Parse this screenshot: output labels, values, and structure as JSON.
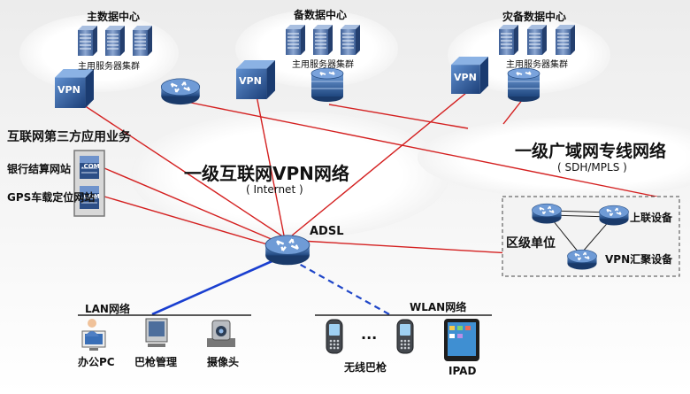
{
  "data_centers": {
    "primary": {
      "title": "主数据中心",
      "cluster": "主用服务器集群"
    },
    "backup": {
      "title": "备数据中心",
      "cluster": "主用服务器集群"
    },
    "disaster": {
      "title": "灾备数据中心",
      "cluster": "主用服务器集群"
    }
  },
  "vpn_label": "VPN",
  "com_label": ".COM",
  "internet": {
    "title": "一级互联网VPN网络",
    "subtitle": "( Internet )"
  },
  "wan": {
    "title": "一级广域网专线网络",
    "subtitle": "( SDH/MPLS )"
  },
  "third_party": {
    "title": "互联网第三方应用业务",
    "bank": "银行结算网站",
    "gps": "GPS车载定位网站"
  },
  "adsl": "ADSL",
  "district": {
    "title": "区级单位",
    "uplink": "上联设备",
    "aggregation": "VPN汇聚设备"
  },
  "lan": {
    "title": "LAN网络",
    "items": [
      "办公PC",
      "巴枪管理",
      "摄像头"
    ]
  },
  "wlan": {
    "title": "WLAN网络",
    "items": [
      "无线巴枪",
      "IPAD"
    ],
    "ellipsis": "..."
  },
  "colors": {
    "link_red": "#d42020",
    "lan_blue": "#1a3fd0",
    "wlan_blue": "#1f46c8",
    "router": "#2f5c9c"
  }
}
